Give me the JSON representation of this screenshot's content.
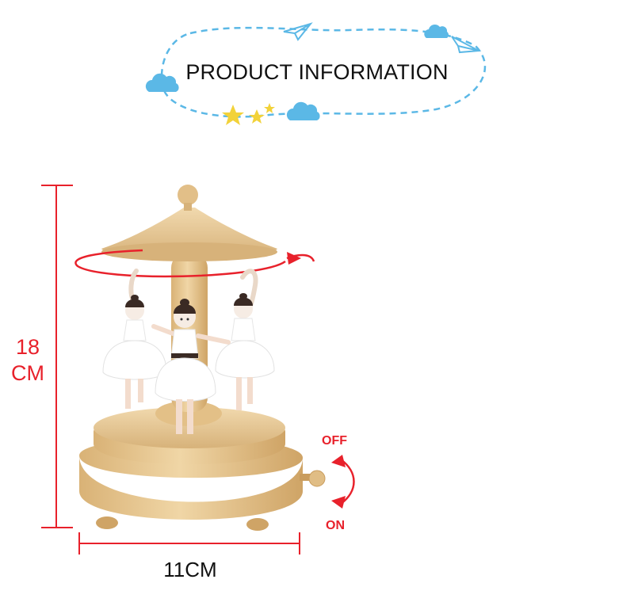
{
  "header": {
    "title": "PRODUCT INFORMATION"
  },
  "dimensions": {
    "height_value": "18",
    "height_unit": "CM",
    "width_label": "11CM"
  },
  "switch": {
    "off_label": "OFF",
    "on_label": "ON"
  },
  "colors": {
    "accent": "#e8212b",
    "sky": "#5bb8e6",
    "star": "#f2d23a",
    "wood": "#e2bf88"
  }
}
